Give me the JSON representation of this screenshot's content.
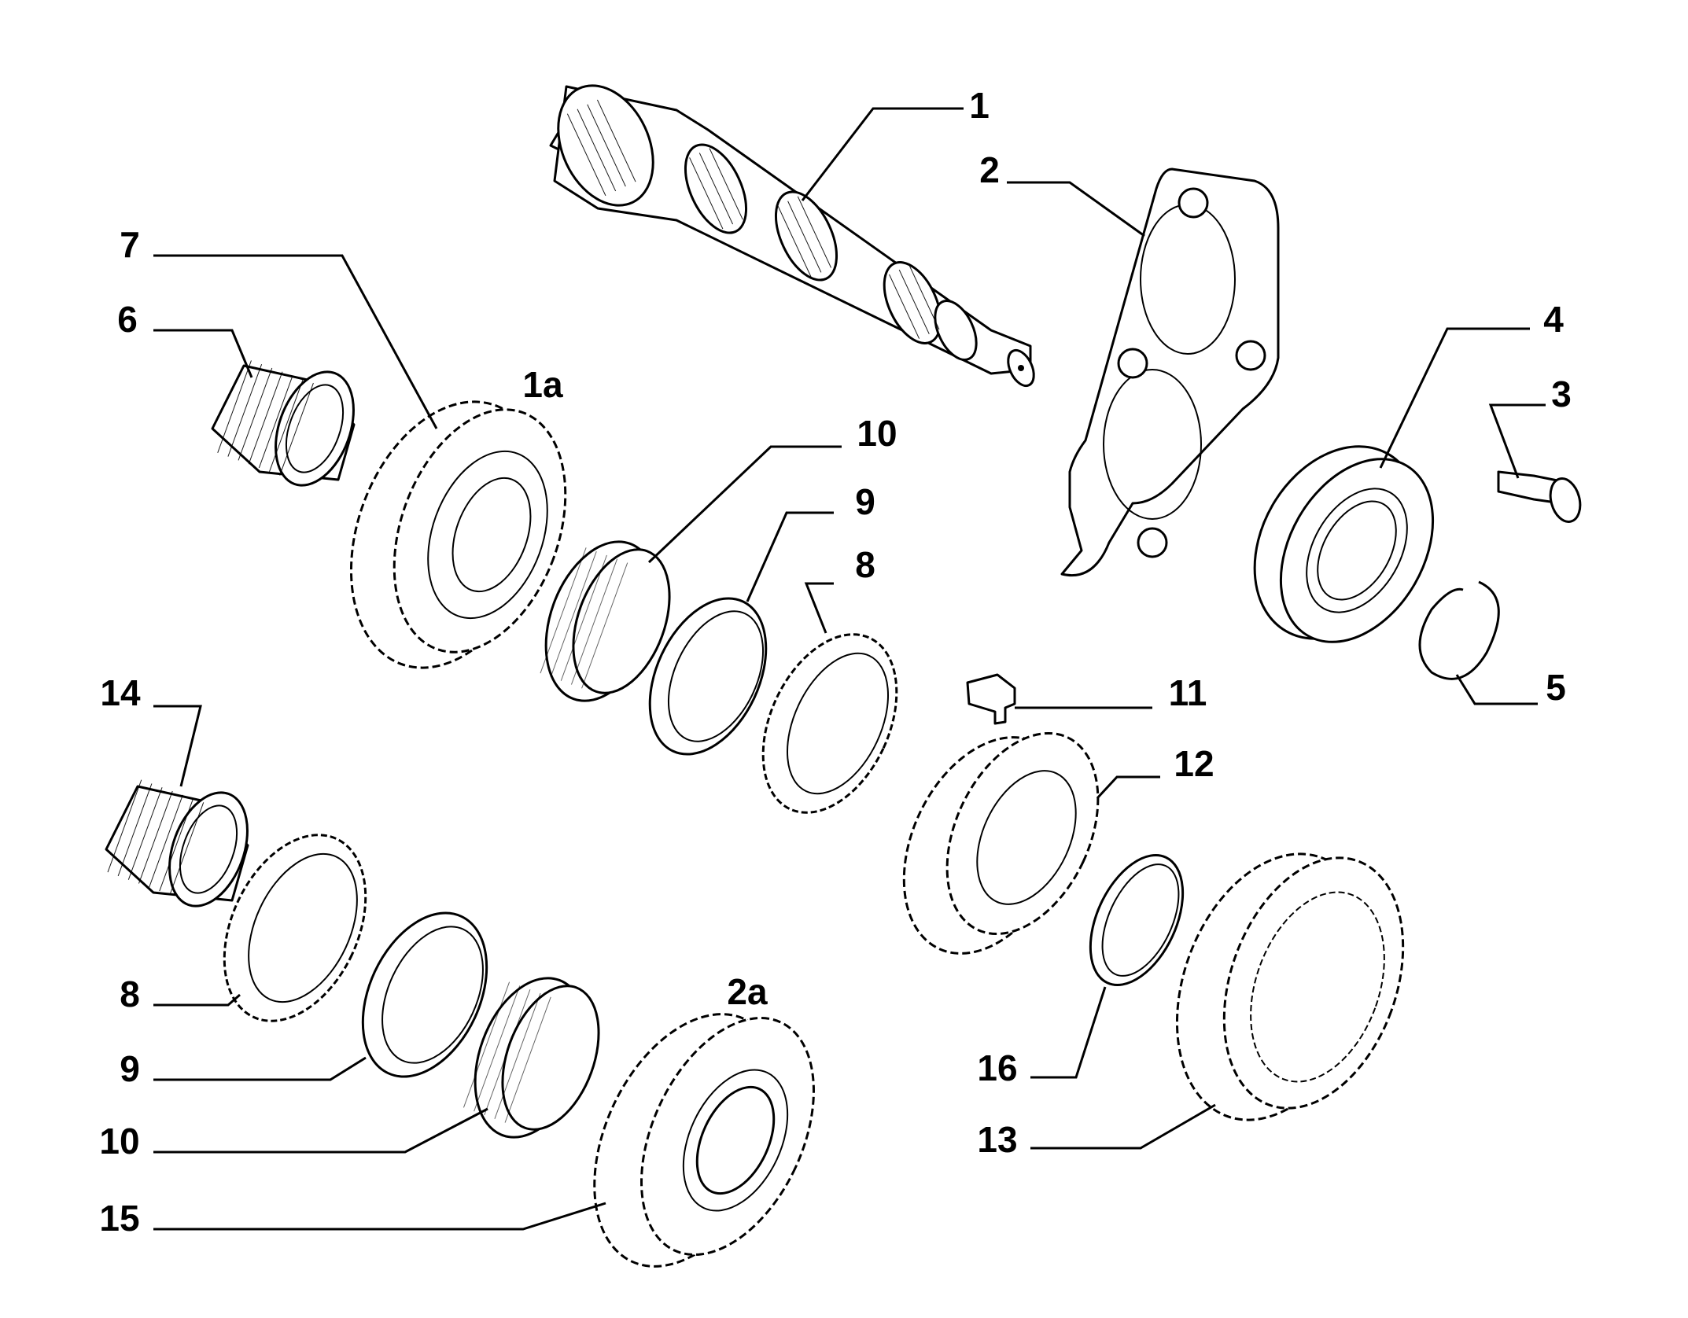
{
  "labels": {
    "p1": "1",
    "p1a": "1a",
    "p2": "2",
    "p2a": "2a",
    "p3": "3",
    "p4": "4",
    "p5": "5",
    "p6": "6",
    "p7": "7",
    "p8_top": "8",
    "p8_bottom": "8",
    "p9_top": "9",
    "p9_bottom": "9",
    "p10_top": "10",
    "p10_bottom": "10",
    "p11": "11",
    "p12": "12",
    "p13": "13",
    "p14": "14",
    "p15": "15",
    "p16": "16"
  }
}
